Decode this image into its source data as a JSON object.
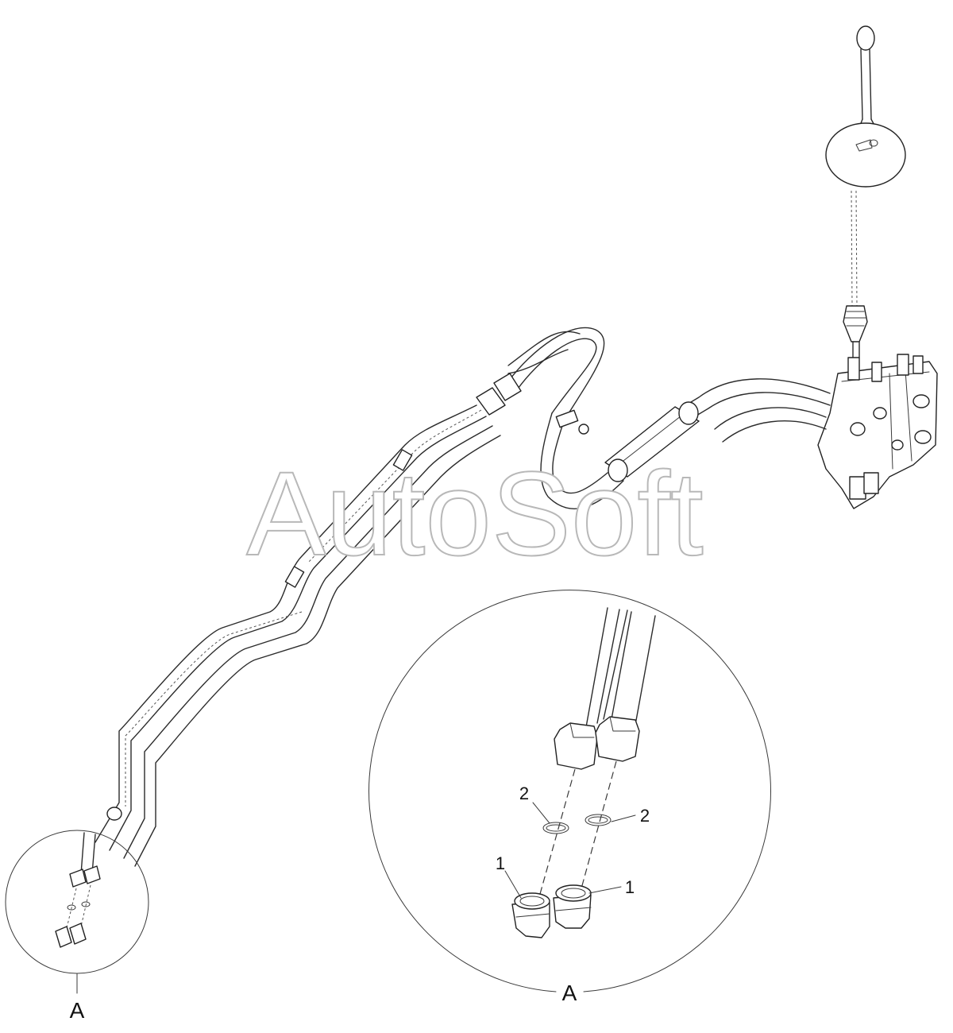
{
  "watermark": {
    "text": "AutoSoft"
  },
  "detail_views": {
    "small_circle_label": "A",
    "large_circle_label": "A"
  },
  "callouts": {
    "ring_left": "2",
    "ring_right": "2",
    "fitting_left": "1",
    "fitting_right": "1"
  }
}
